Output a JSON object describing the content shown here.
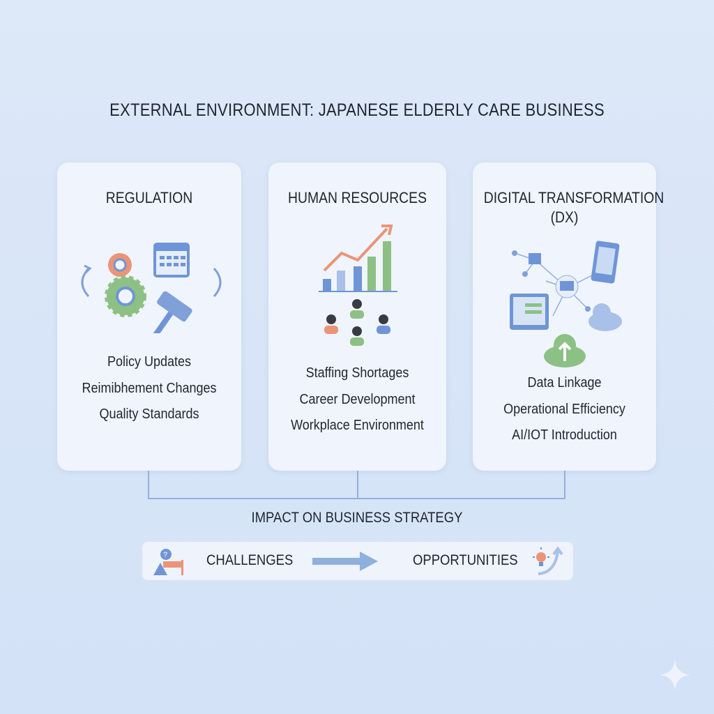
{
  "title": "EXTERNAL ENVIRONMENT: JAPANESE ELDERLY CARE BUSINESS",
  "cards": [
    {
      "heading": "REGULATION",
      "items": [
        "Policy Updates",
        "Reimibhement Changes",
        "Quality Standards"
      ]
    },
    {
      "heading": "HUMAN RESOURCES",
      "items": [
        "Staffing Shortages",
        "Career Development",
        "Workplace Environment"
      ]
    },
    {
      "heading": "DIGITAL TRANSFORMATION",
      "heading2": "(DX)",
      "items": [
        "Data Linkage",
        "Operational Efficiency",
        "AI/IOT Introduction"
      ]
    }
  ],
  "impact": {
    "title": "IMPACT ON BUSINESS STRATEGY",
    "challenges": "CHALLENGES",
    "opportunities": "OPPORTUNITIES"
  },
  "colors": {
    "blue": "#6f95d6",
    "green": "#8cc084",
    "orange": "#e8957a"
  }
}
